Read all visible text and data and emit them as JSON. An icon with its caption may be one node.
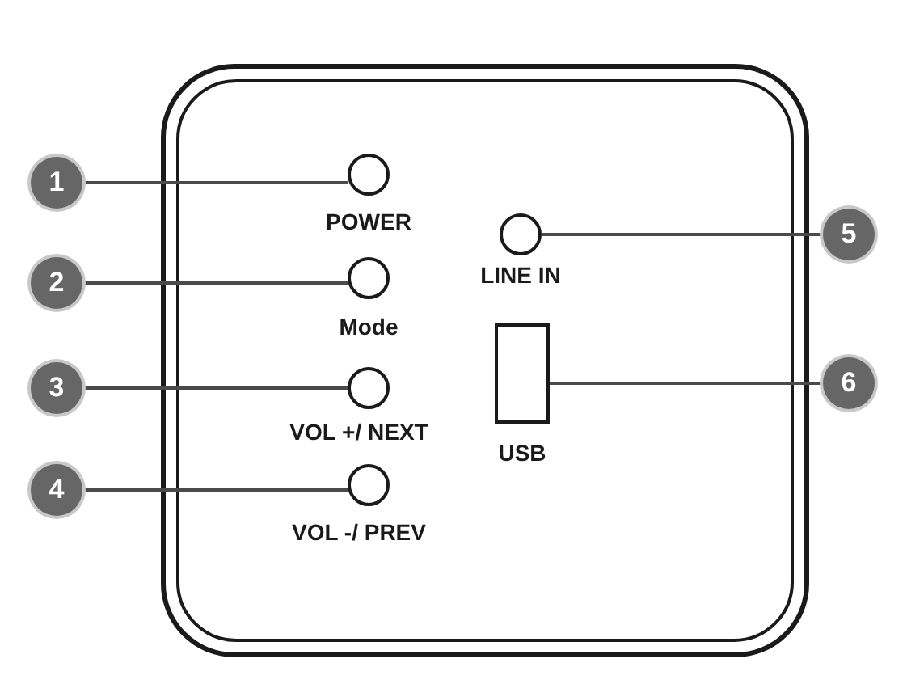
{
  "diagram": {
    "nodes": [
      {
        "text": [
          "1"
        ]
      },
      {
        "text": [
          "2"
        ]
      },
      {
        "text": [
          "3"
        ]
      },
      {
        "text": [
          "4"
        ]
      },
      {
        "text": [
          "POWER"
        ]
      },
      {
        "text": [
          "Mode"
        ]
      },
      {
        "text": [
          "VOL +/ NEXT"
        ]
      },
      {
        "text": [
          "VOL -/ PREV"
        ]
      },
      {
        "text": [
          "5"
        ]
      },
      {
        "text": [
          "LINE IN"
        ]
      },
      {
        "text": [
          "6"
        ]
      },
      {
        "text": [
          "USB"
        ]
      }
    ],
    "edges": [
      {
        "from": 0,
        "to": 4,
        "arrow": "none"
      },
      {
        "from": 1,
        "to": 5,
        "arrow": "none"
      },
      {
        "from": 2,
        "to": 6,
        "arrow": "none"
      },
      {
        "from": 3,
        "to": 7,
        "arrow": "none"
      },
      {
        "from": 8,
        "to": 9,
        "arrow": "none"
      },
      {
        "from": 10,
        "to": 11,
        "arrow": "none"
      }
    ]
  }
}
